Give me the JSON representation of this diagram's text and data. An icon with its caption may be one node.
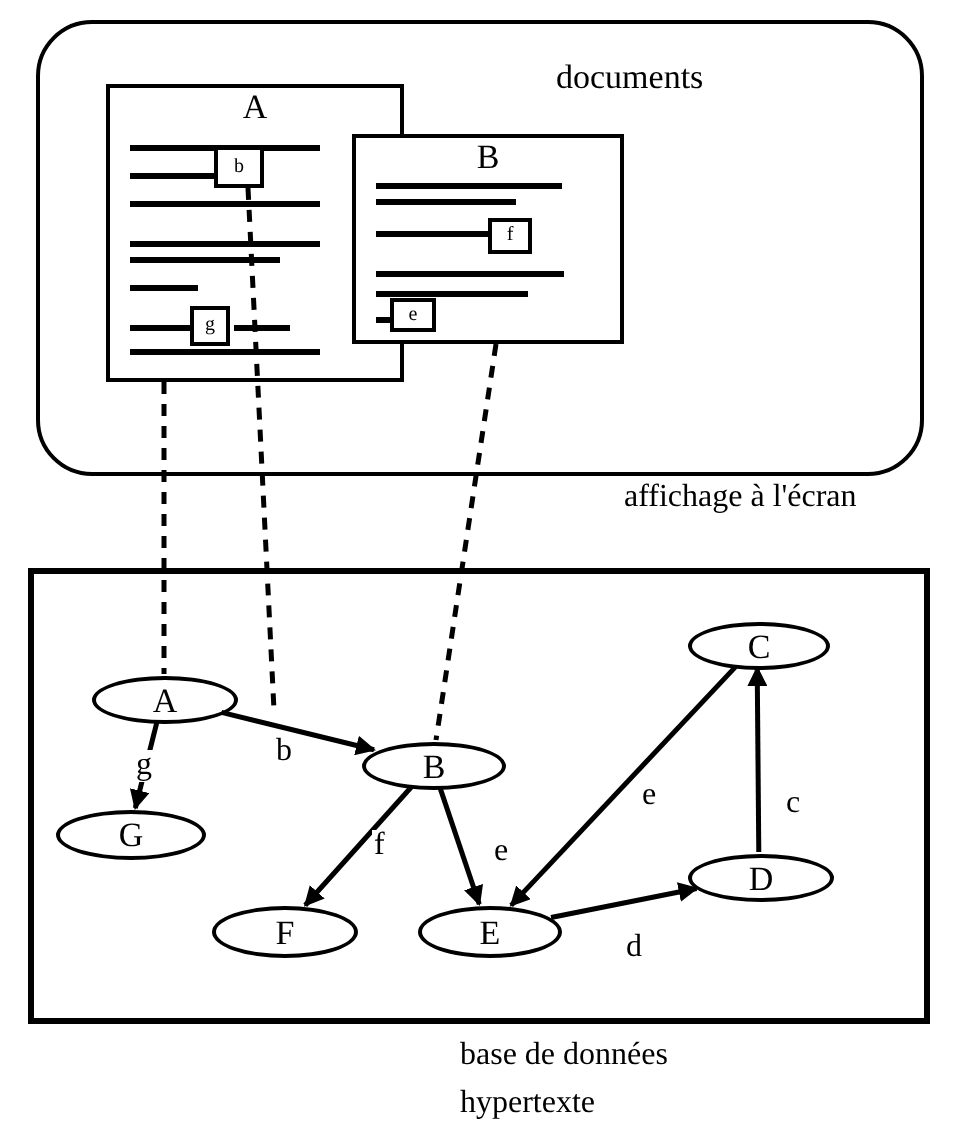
{
  "diagram": {
    "nodes": [
      {
        "text": [
          "documents"
        ],
        "beside": [
          "affichage à l'écran"
        ]
      },
      {
        "text": [
          "A"
        ],
        "in": 0
      },
      {
        "text": [
          "B"
        ],
        "in": 0
      },
      {
        "text": [
          "b"
        ],
        "in": 1
      },
      {
        "text": [
          "g"
        ],
        "in": 1
      },
      {
        "text": [
          "f"
        ],
        "in": 2
      },
      {
        "text": [
          "e"
        ],
        "in": 2
      },
      {
        "text": [],
        "shape": "box",
        "beside": [
          "base de données hypertexte"
        ]
      },
      {
        "text": [
          "A"
        ],
        "in": 7
      },
      {
        "text": [
          "G"
        ],
        "in": 7
      },
      {
        "text": [
          "B"
        ],
        "in": 7
      },
      {
        "text": [
          "F"
        ],
        "in": 7
      },
      {
        "text": [
          "E"
        ],
        "in": 7
      },
      {
        "text": [
          "C"
        ],
        "in": 7
      },
      {
        "text": [
          "D"
        ],
        "in": 7
      }
    ],
    "edges": [
      {
        "from": 1,
        "to": 8,
        "arrow": "none",
        "style": "dashed"
      },
      {
        "from": 3,
        "to": null,
        "arrow": "none",
        "style": "dashed"
      },
      {
        "from": 2,
        "to": 10,
        "arrow": "none",
        "style": "dashed"
      },
      {
        "from": 8,
        "to": 10,
        "arrow": "to",
        "label": "b"
      },
      {
        "from": 8,
        "to": 9,
        "arrow": "to",
        "label": "g"
      },
      {
        "from": 10,
        "to": 11,
        "arrow": "to",
        "label": "f"
      },
      {
        "from": 10,
        "to": 12,
        "arrow": "to",
        "label": "e"
      },
      {
        "from": 13,
        "to": 12,
        "arrow": "to",
        "label": "e"
      },
      {
        "from": 12,
        "to": 14,
        "arrow": "to",
        "label": "d"
      },
      {
        "from": 14,
        "to": 13,
        "arrow": "to",
        "label": "c"
      }
    ]
  }
}
